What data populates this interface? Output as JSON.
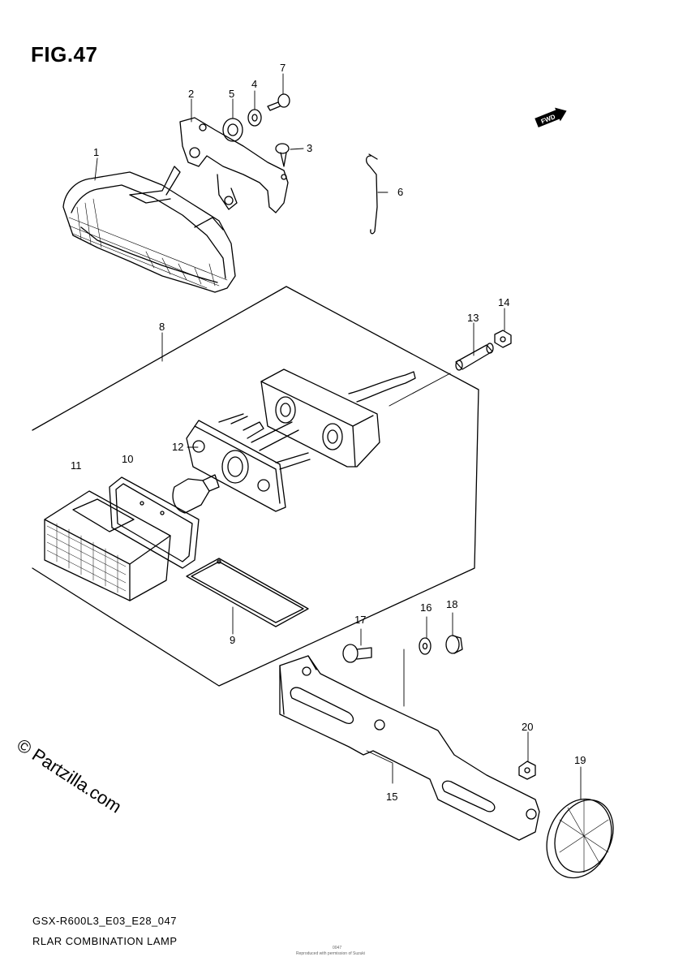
{
  "figure": {
    "title": "FIG.47",
    "fwd_label": "FWD",
    "part_code": "GSX-R600L3_E03_E28_047",
    "part_name": "RLAR COMBINATION LAMP",
    "watermark": "© Partzilla.com",
    "small_code": "0047",
    "small_text": "Reproduced with permission of Suzuki"
  },
  "callouts": [
    {
      "id": "1",
      "label": "1"
    },
    {
      "id": "2",
      "label": "2"
    },
    {
      "id": "3",
      "label": "3"
    },
    {
      "id": "4",
      "label": "4"
    },
    {
      "id": "5",
      "label": "5"
    },
    {
      "id": "6",
      "label": "6"
    },
    {
      "id": "7",
      "label": "7"
    },
    {
      "id": "8",
      "label": "8"
    },
    {
      "id": "9",
      "label": "9"
    },
    {
      "id": "10",
      "label": "10"
    },
    {
      "id": "11",
      "label": "11"
    },
    {
      "id": "12",
      "label": "12"
    },
    {
      "id": "13",
      "label": "13"
    },
    {
      "id": "14",
      "label": "14"
    },
    {
      "id": "15",
      "label": "15"
    },
    {
      "id": "16",
      "label": "16"
    },
    {
      "id": "17",
      "label": "17"
    },
    {
      "id": "18",
      "label": "18"
    },
    {
      "id": "19",
      "label": "19"
    },
    {
      "id": "20",
      "label": "20"
    }
  ]
}
